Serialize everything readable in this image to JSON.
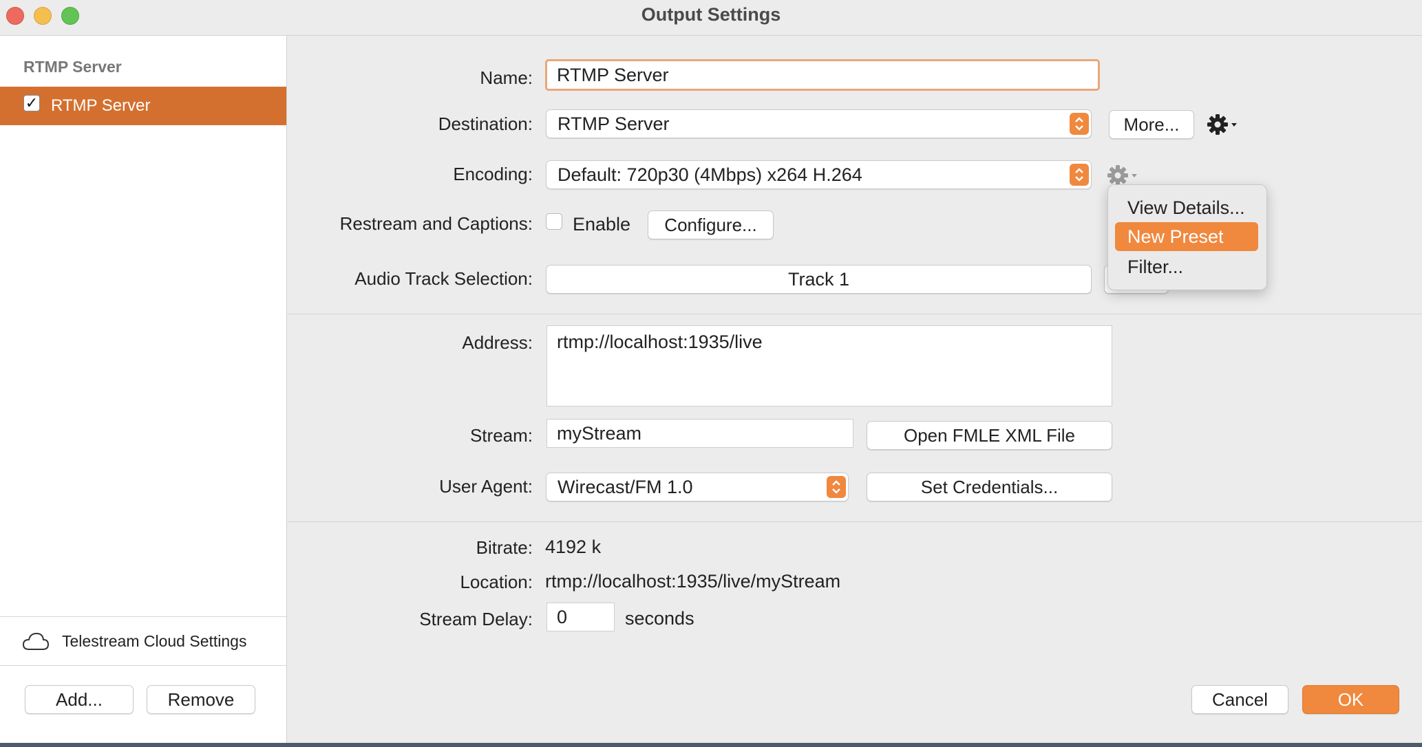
{
  "window": {
    "title": "Output Settings"
  },
  "sidebar": {
    "header": "RTMP Server",
    "items": [
      {
        "label": "RTMP Server",
        "checked": true
      }
    ],
    "cloud_label": "Telestream Cloud Settings",
    "add_label": "Add...",
    "remove_label": "Remove"
  },
  "form": {
    "name_label": "Name:",
    "name_value": "RTMP Server",
    "destination_label": "Destination:",
    "destination_value": "RTMP Server",
    "more_label": "More...",
    "encoding_label": "Encoding:",
    "encoding_value": "Default: 720p30 (4Mbps) x264 H.264",
    "restream_label": "Restream and Captions:",
    "enable_label": "Enable",
    "configure_label": "Configure...",
    "audio_label": "Audio Track Selection:",
    "audio_value": "Track 1",
    "address_label": "Address:",
    "address_value": "rtmp://localhost:1935/live",
    "stream_label": "Stream:",
    "stream_value": "myStream",
    "open_fmle_label": "Open FMLE XML File",
    "user_agent_label": "User Agent:",
    "user_agent_value": "Wirecast/FM 1.0",
    "credentials_label": "Set Credentials...",
    "bitrate_label": "Bitrate:",
    "bitrate_value": "4192 k",
    "location_label": "Location:",
    "location_value": "rtmp://localhost:1935/live/myStream",
    "delay_label": "Stream Delay:",
    "delay_value": "0",
    "delay_unit": "seconds"
  },
  "menu": {
    "items": [
      {
        "label": "View Details..."
      },
      {
        "label": "New Preset",
        "selected": true
      },
      {
        "label": "Filter..."
      }
    ]
  },
  "footer": {
    "cancel_label": "Cancel",
    "ok_label": "OK"
  },
  "colors": {
    "accent": "#d4702f",
    "button_accent": "#f0883e"
  }
}
